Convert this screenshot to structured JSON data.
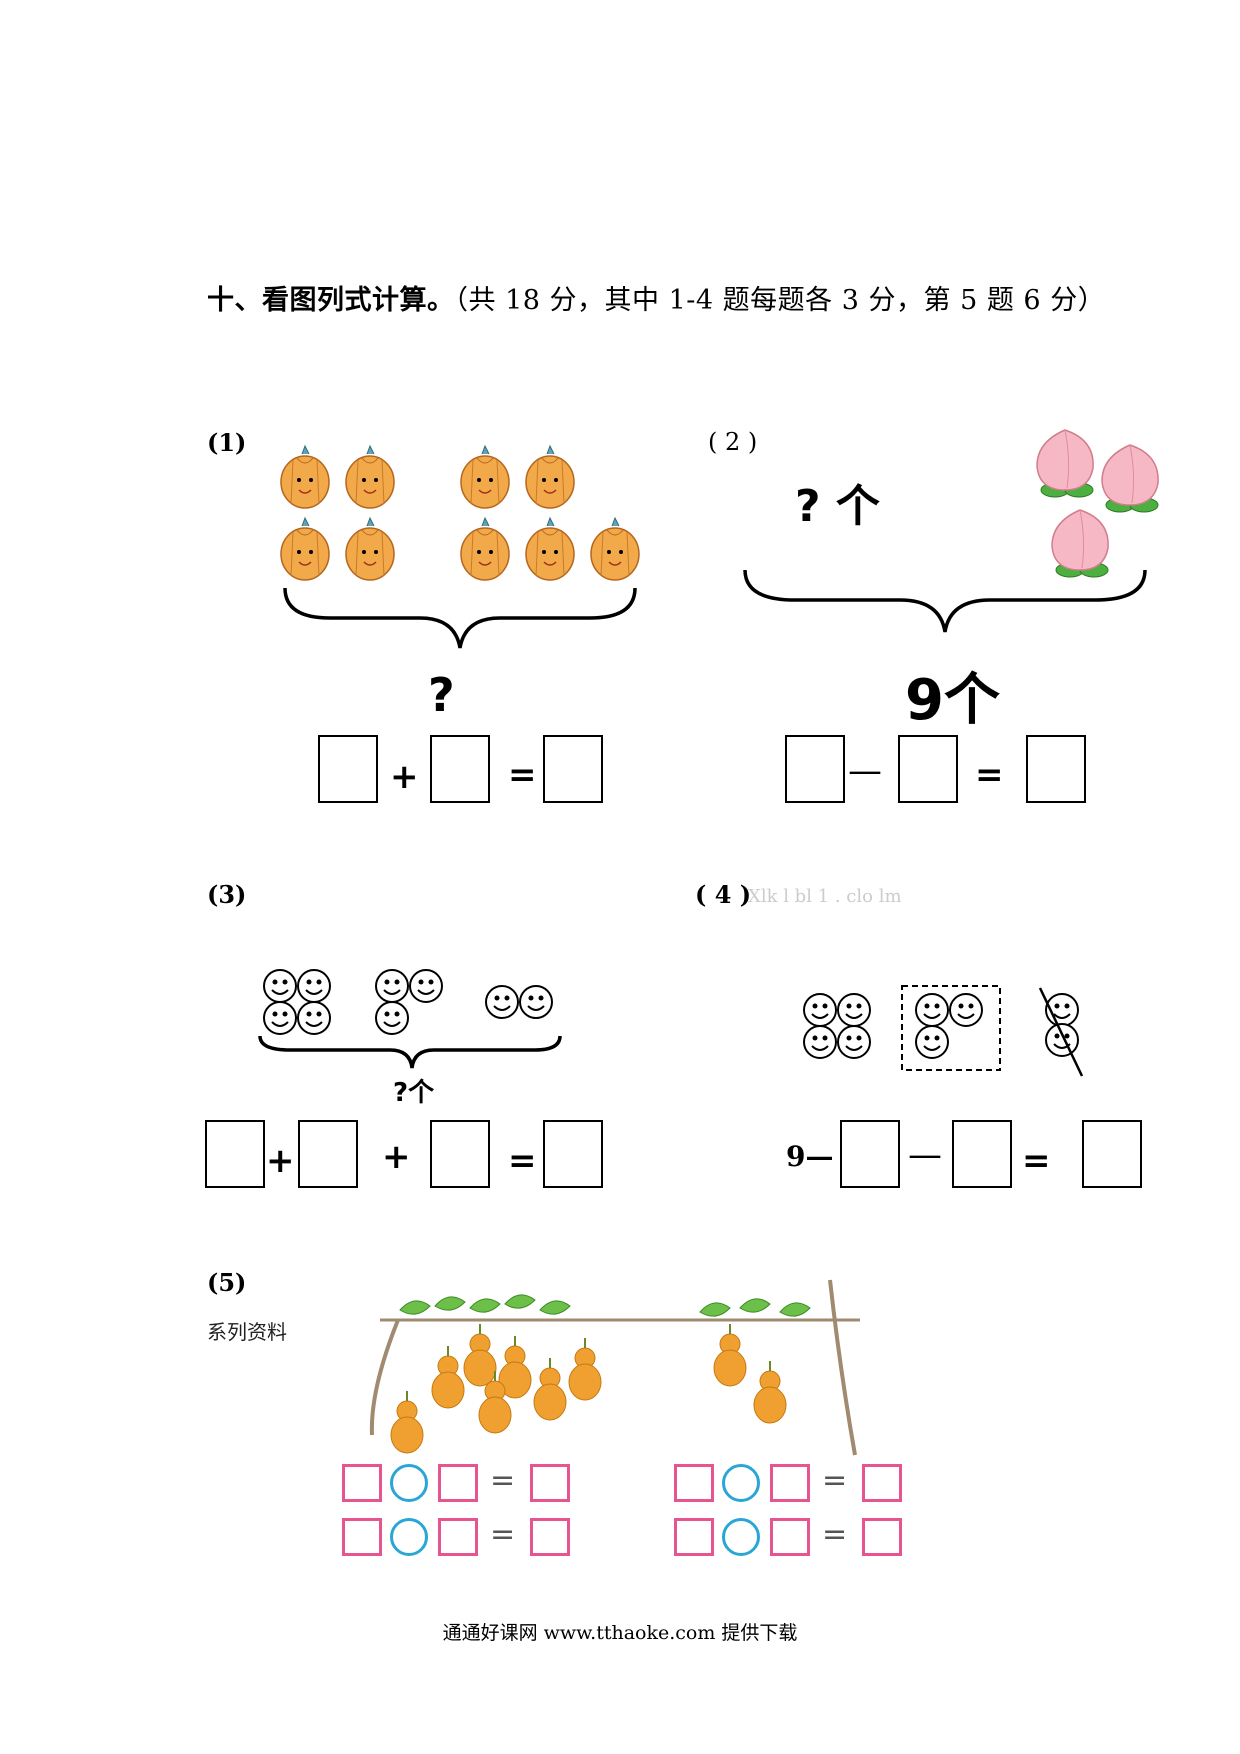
{
  "title_main": "十、看图列式计算。",
  "title_rest": "（共 18 分，其中 1-4 题每题各 3 分，第 5 题 6 分）",
  "q1": {
    "label": "(1)",
    "question": "?",
    "plus": "+",
    "equals": "="
  },
  "q2": {
    "label": "( 2 )",
    "unknown": "? 个",
    "total": "9个",
    "minus": "—",
    "equals": "="
  },
  "q3": {
    "label": "(3)",
    "question": "?个",
    "plus1": "+",
    "plus2": "+",
    "equals": "="
  },
  "q4": {
    "label": "( 4 )",
    "faint_text": "Xlk l bl 1 . clo lm",
    "nine": "9—",
    "minus": "—",
    "equals": "="
  },
  "q5": {
    "label": "(5)",
    "side_text": "系列资料",
    "equals": "="
  },
  "footer": "通通好课网  www.tthaoke.com  提供下载",
  "colors": {
    "pumpkin": "#f2a94a",
    "peach": "#f6b8c4",
    "leaf": "#4caf3f",
    "gourd": "#f0a030",
    "box_pink": "#e8548f",
    "circle_blue": "#2aa6d6"
  }
}
